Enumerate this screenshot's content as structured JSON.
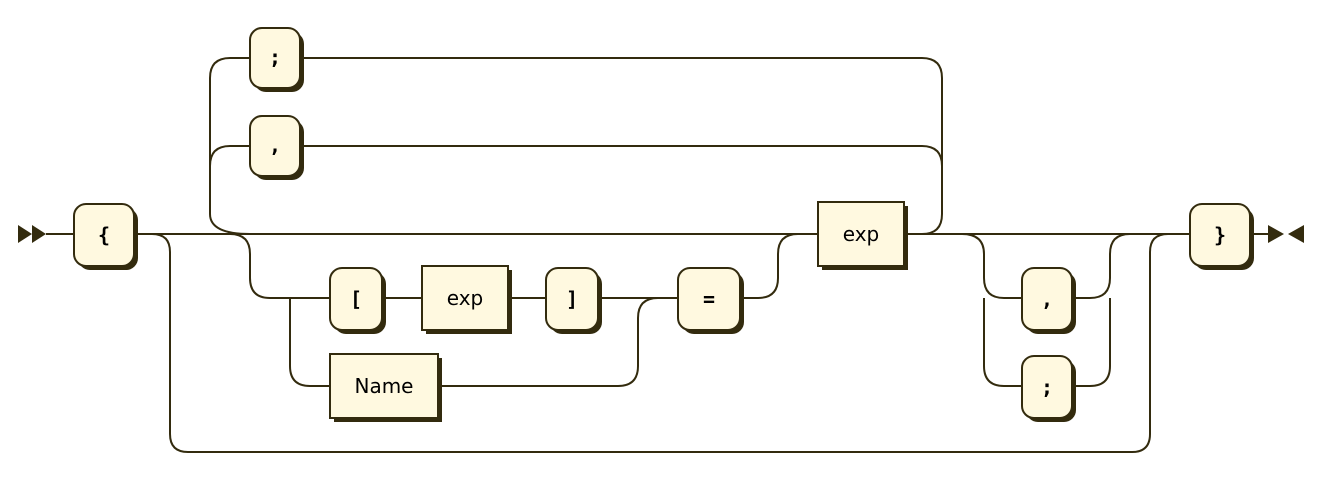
{
  "diagram": {
    "open_brace": "{",
    "close_brace": "}",
    "top_semicolon": ";",
    "top_comma": ",",
    "bracket_open": "[",
    "bracket_exp": "exp",
    "bracket_close": "]",
    "name": "Name",
    "equals": "=",
    "value_exp": "exp",
    "trailing_comma": ",",
    "trailing_semicolon": ";"
  },
  "colors": {
    "line": "#332b0e",
    "box_fill": "#fff9e0"
  }
}
